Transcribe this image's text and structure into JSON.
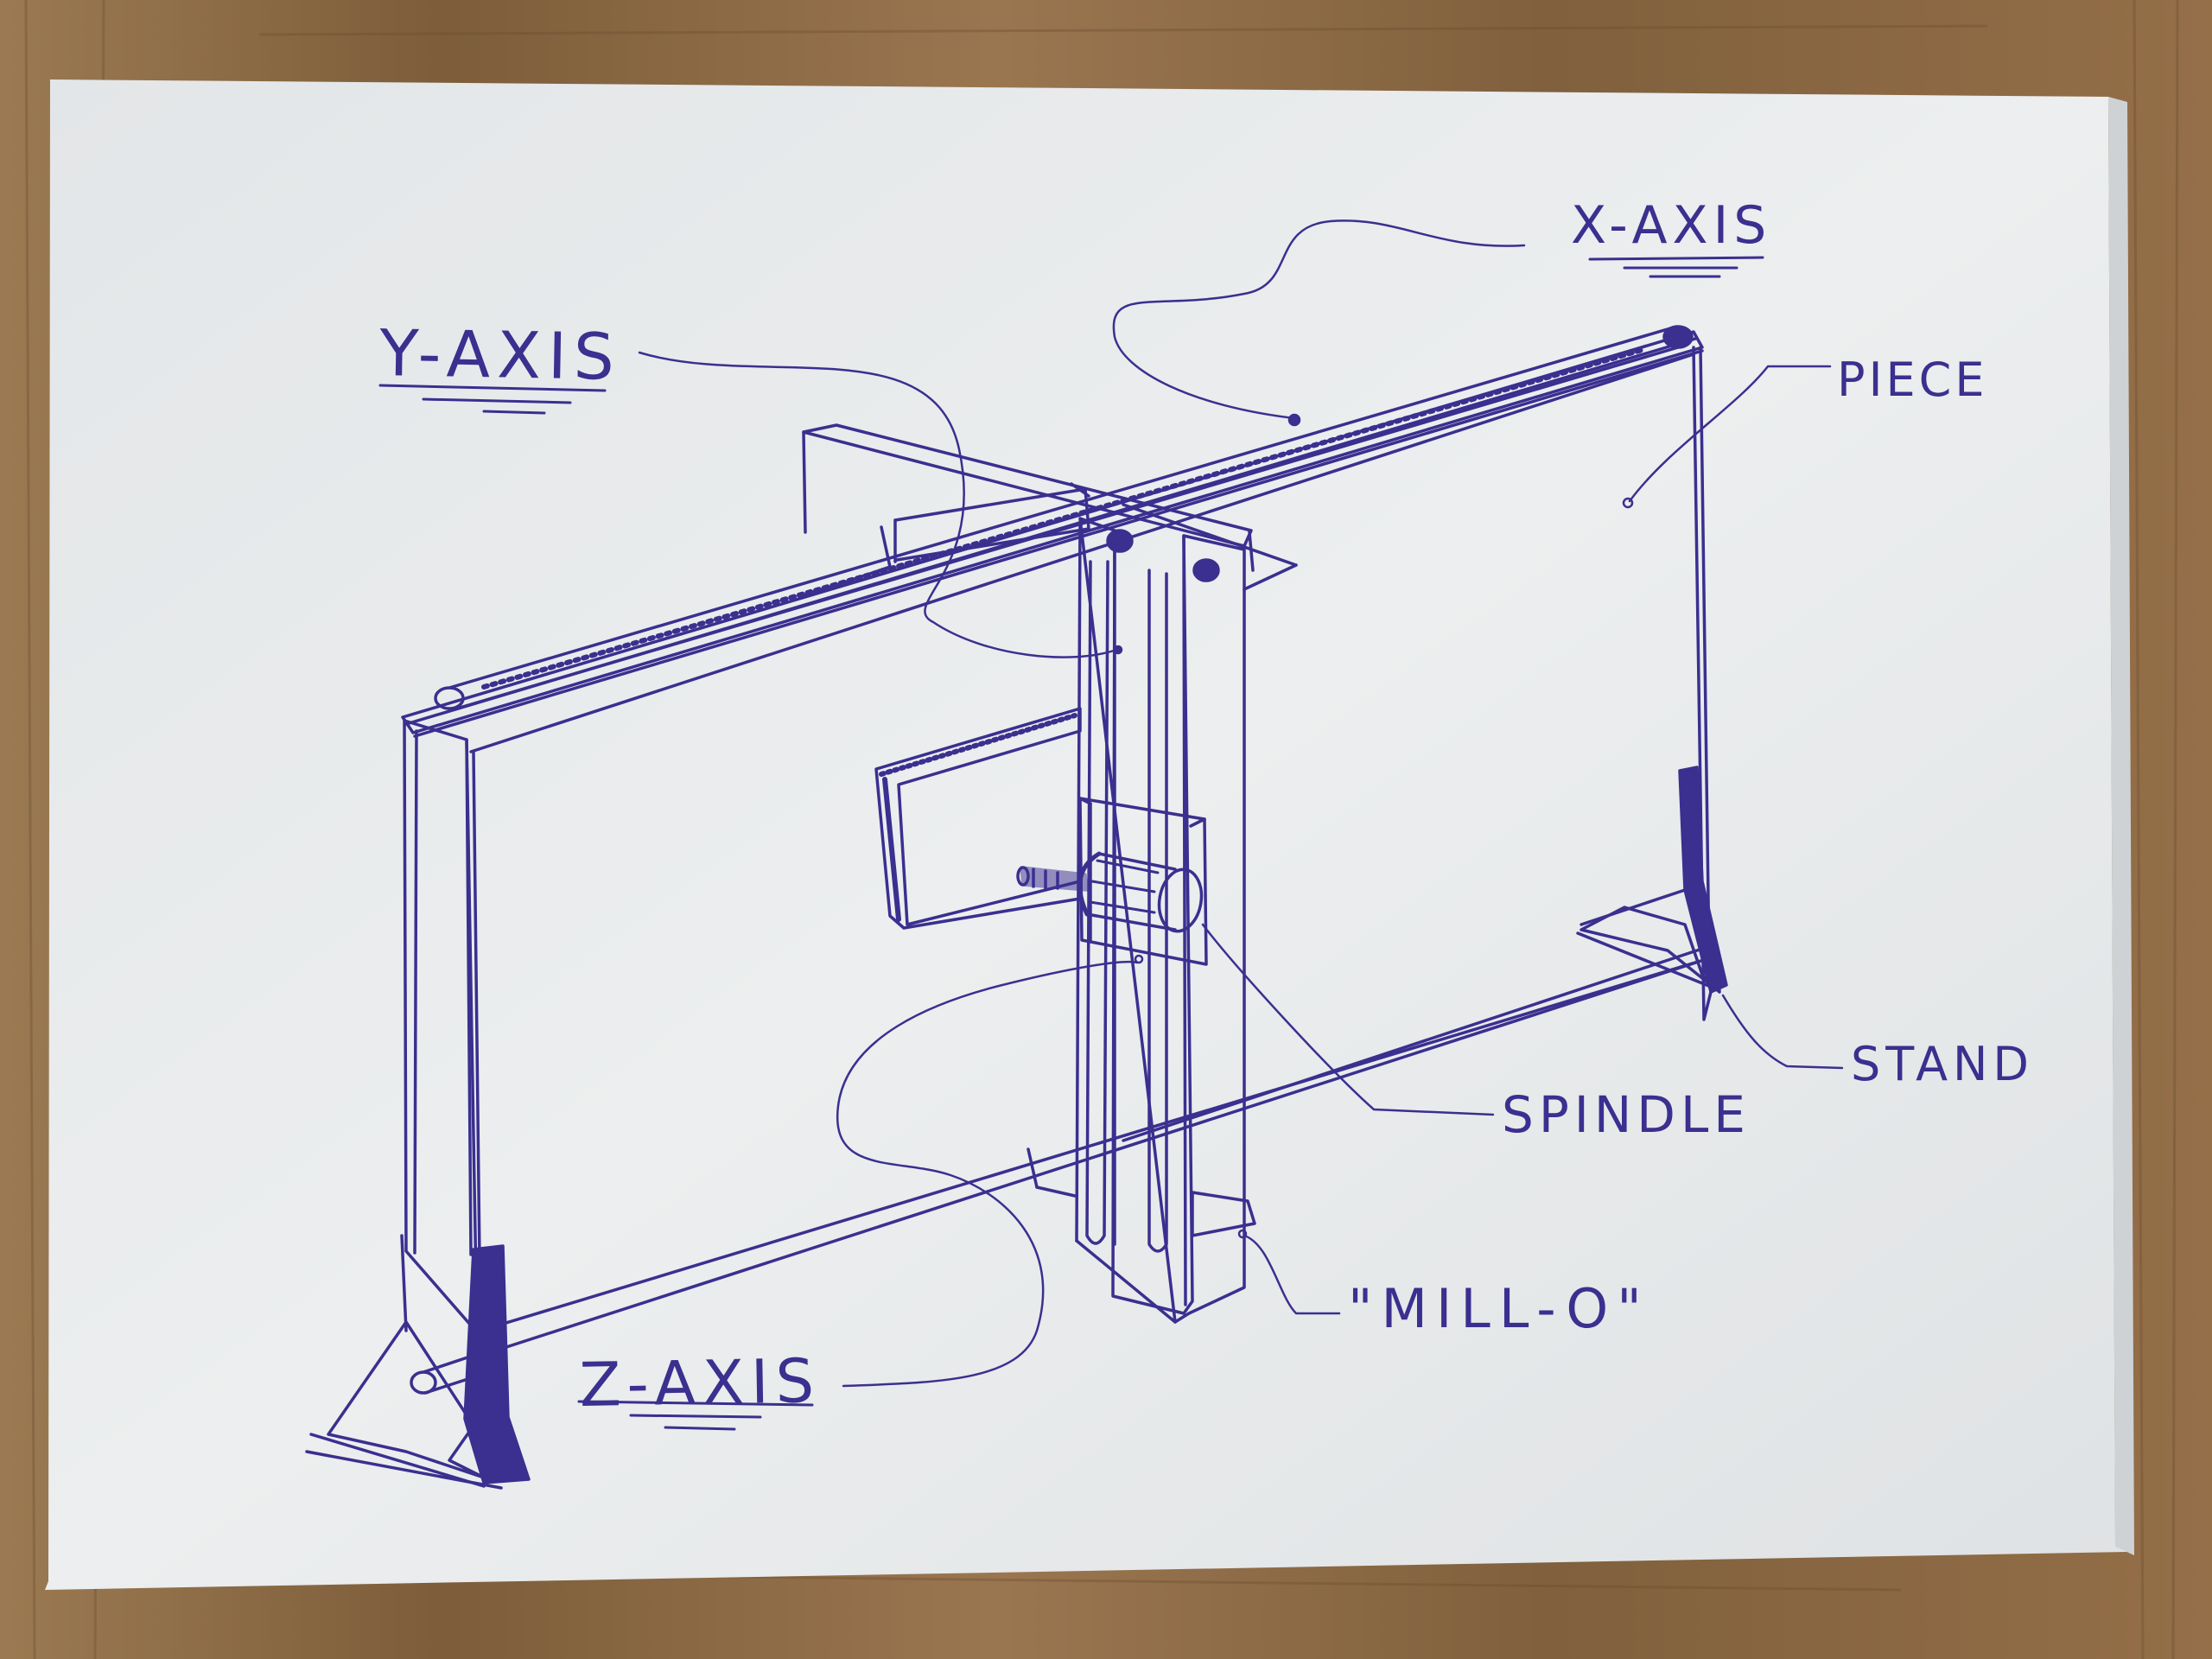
{
  "diagram": {
    "labels": {
      "y_axis": "Y-AXIS",
      "x_axis": "X-AXIS",
      "piece": "PIECE",
      "stand": "STAND",
      "spindle": "SPINDLE",
      "mill_o": "\"MILL-O\"",
      "z_axis": "Z-AXIS"
    },
    "colors": {
      "ink": "#3b2f8f",
      "paper": "#e8eaec",
      "wood": "#8a6a44"
    }
  }
}
